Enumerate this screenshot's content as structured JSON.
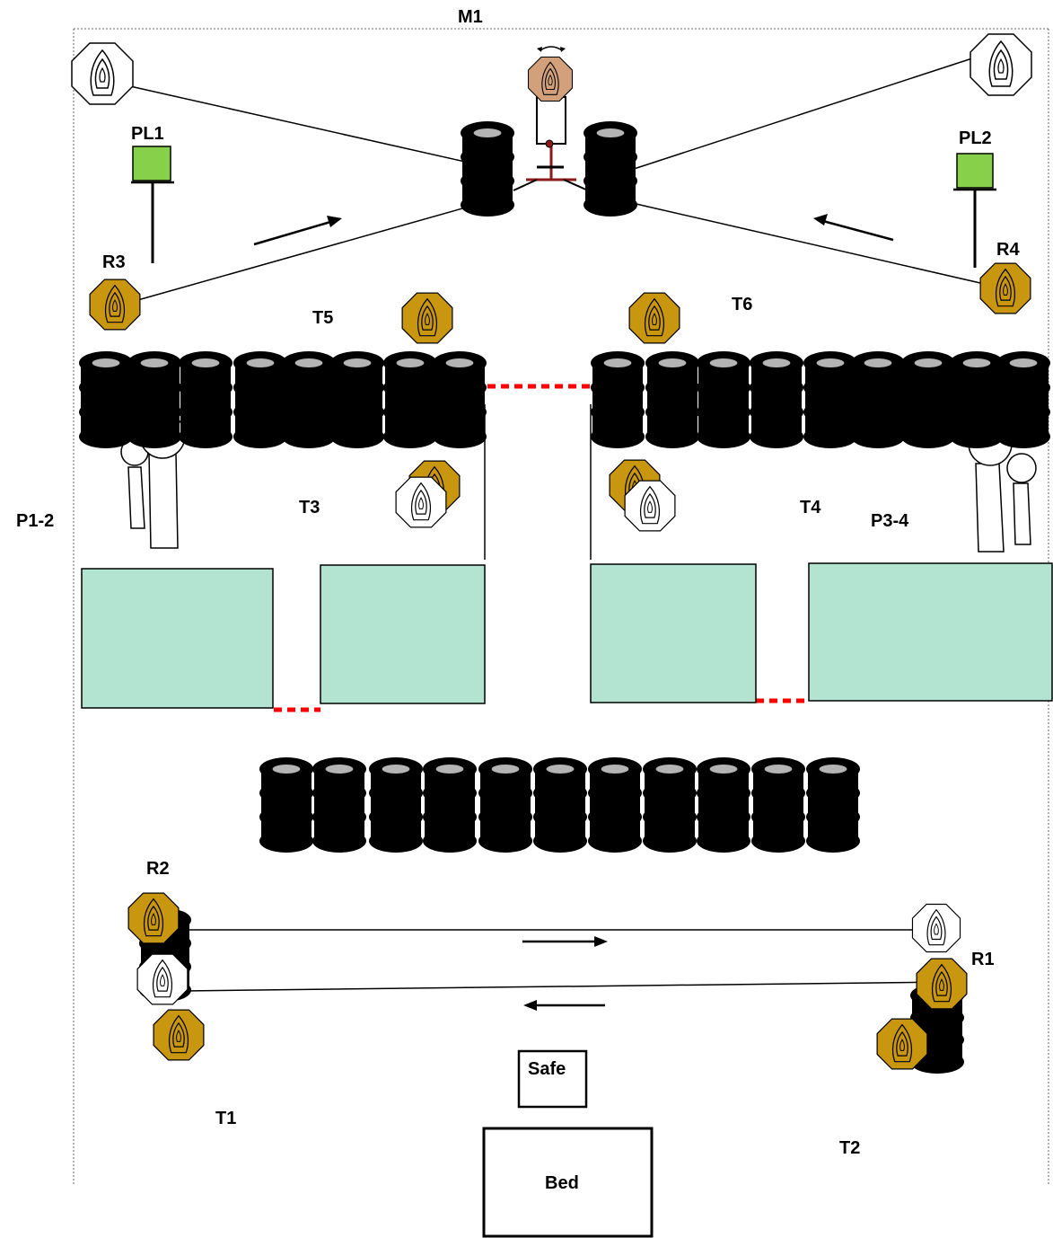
{
  "labels": {
    "m1": "M1",
    "pl1": "PL1",
    "pl2": "PL2",
    "r3": "R3",
    "r4": "R4",
    "t5": "T5",
    "t6": "T6",
    "p12": "P1-2",
    "t3": "T3",
    "t4": "T4",
    "p34": "P3-4",
    "r2": "R2",
    "r1": "R1",
    "safe": "Safe",
    "t1": "T1",
    "t2": "T2",
    "bed": "Bed"
  },
  "colors": {
    "paper_target": "#ffffff",
    "steel_target": "#c8960f",
    "mover_target": "#d2a07a",
    "tire": "#000000",
    "tire_top": "#b4b4b4",
    "barricade": "#b3e3d1",
    "plate_rack": "#86d04a",
    "fault_line": "#ff0000",
    "mover_frame": "#8b1a1a"
  }
}
